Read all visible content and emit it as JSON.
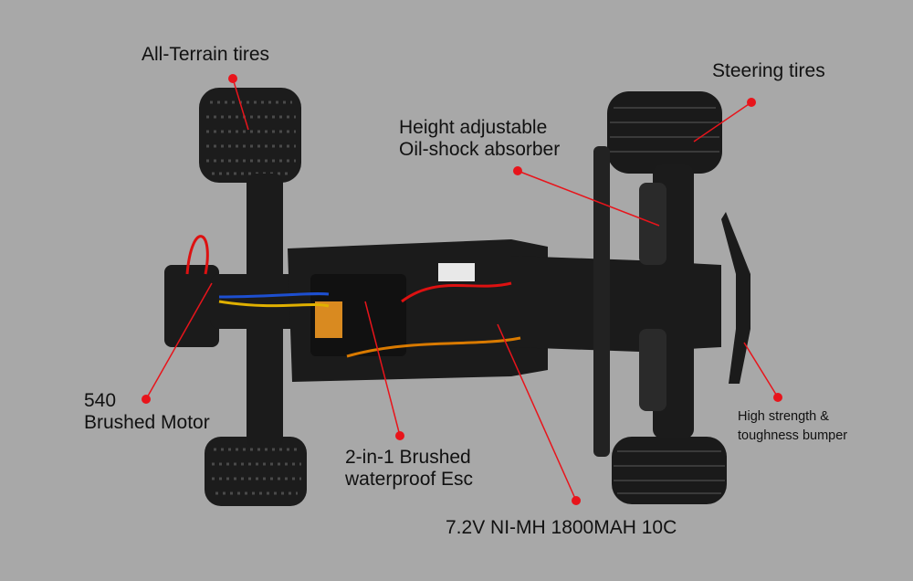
{
  "title": "RC buggy feature diagram",
  "callouts": {
    "all_terrain_tires": {
      "lines": [
        "All-Terrain tires"
      ]
    },
    "steering_tires": {
      "lines": [
        "Steering tires"
      ]
    },
    "oil_shock": {
      "lines": [
        "Height adjustable",
        "Oil-shock absorber"
      ]
    },
    "motor": {
      "lines": [
        "540",
        "Brushed Motor"
      ]
    },
    "esc": {
      "lines": [
        "2-in-1 Brushed",
        "waterproof Esc"
      ]
    },
    "battery": {
      "lines": [
        "7.2V NI-MH 1800MAH 10C"
      ]
    },
    "bumper": {
      "lines": [
        "High strength &",
        "toughness bumper"
      ]
    }
  },
  "colors": {
    "background": "#a8a8a8",
    "callout": "#e8141b",
    "car": "#1a1a1a"
  }
}
